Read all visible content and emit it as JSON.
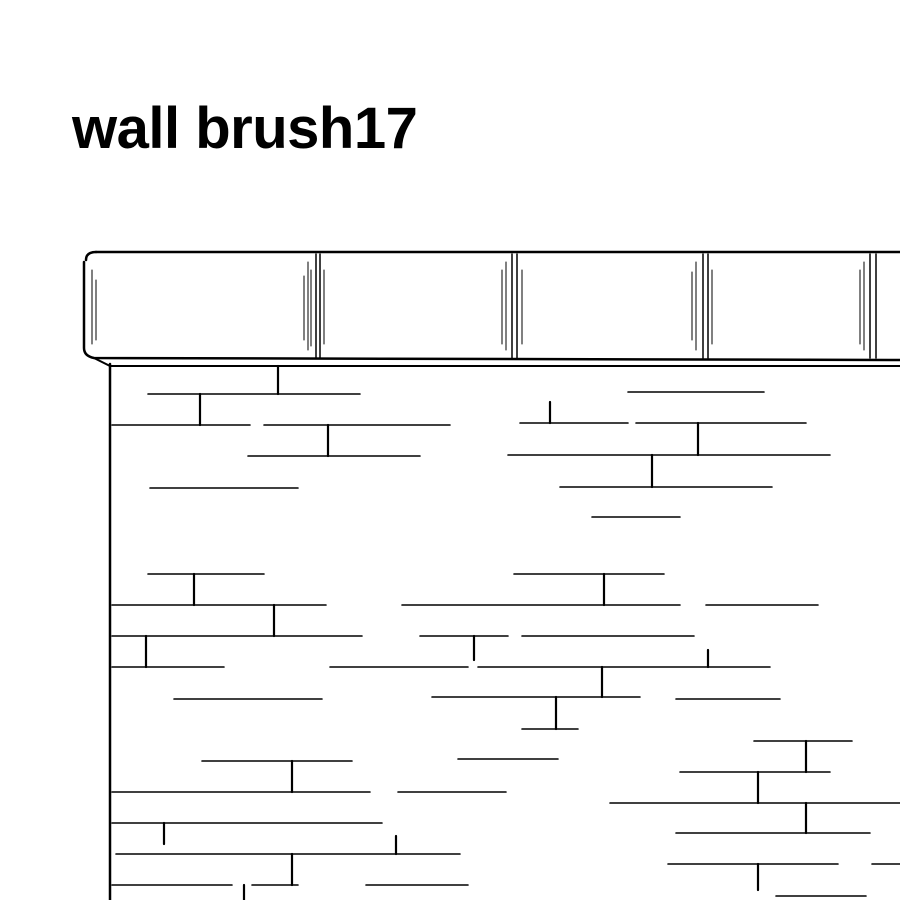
{
  "title": "wall brush17",
  "colors": {
    "ink": "#000000",
    "paper": "#ffffff"
  },
  "illustration": {
    "name": "brick-wall-drawing",
    "cap_stones": 5
  }
}
